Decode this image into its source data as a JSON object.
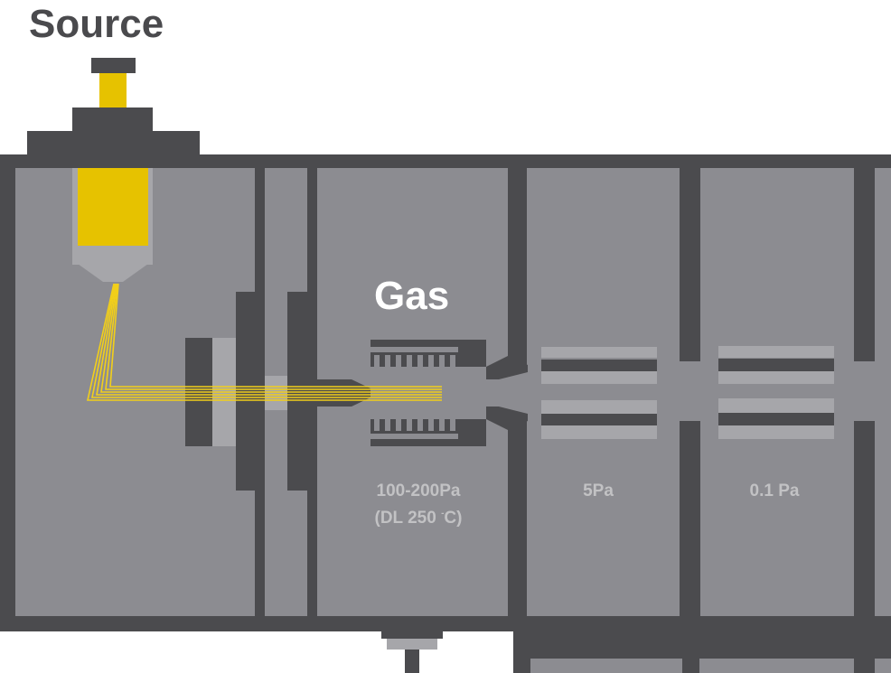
{
  "title": "Source",
  "gas_label": "Gas",
  "stages": [
    {
      "pressure": "100-200Pa",
      "note_prefix": "(DL 250",
      "note_degree": "-",
      "note_suffix": "C)"
    },
    {
      "pressure": "5Pa"
    },
    {
      "pressure": "0.1 Pa"
    }
  ],
  "colors": {
    "chamber": "#8c8c91",
    "frame": "#4b4b4e",
    "ion_source": "#e6c200",
    "ion_beam": "#f2cf1a",
    "light_part": "#a6a6aa",
    "label_text": "#c2c2c4"
  }
}
